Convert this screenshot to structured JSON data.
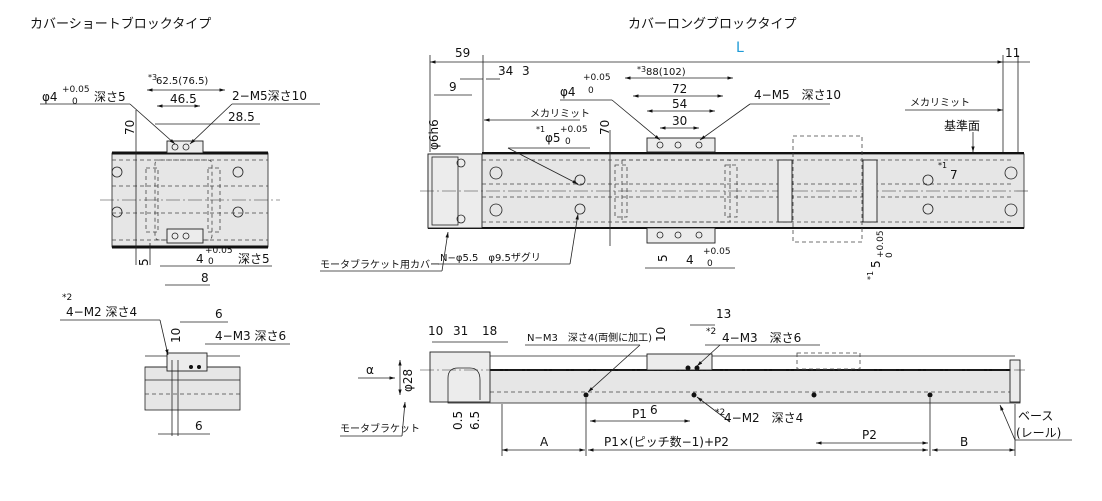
{
  "titles": {
    "short_block": "カバーショートブロックタイプ",
    "long_block": "カバーロングブロックタイプ"
  },
  "short_view": {
    "hole_phi": "φ4",
    "tol_plus": "+0.05",
    "tol_zero": "0",
    "depth5": "深さ5",
    "note3": "*3",
    "pitch": "62.5(76.5)",
    "w46": "46.5",
    "tap": "2−M5深さ10",
    "w28": "28.5",
    "h70": "70",
    "h5": "5",
    "hole4": "4",
    "tol_plus_b": "+0.05",
    "tol_zero_b": "0",
    "depth5_b": "深さ5",
    "w8": "8"
  },
  "long_view": {
    "L": "L",
    "d59": "59",
    "d34": "34",
    "d3": "3",
    "d9": "9",
    "shaft": "φ6h6",
    "d11": "11",
    "mech_limit_left": "メカリミット",
    "note1": "*1",
    "phi5": "φ5",
    "tol_plus": "+0.05",
    "tol_zero": "0",
    "phi4": "φ4",
    "tol_plus2": "+0.05",
    "tol_zero2": "0",
    "note3": "*3",
    "pitch": "88(102)",
    "d72": "72",
    "d54": "54",
    "d30": "30",
    "h70": "70",
    "tap": "4−M5　深さ10",
    "mech_limit_right": "メカリミット",
    "datum": "基準面",
    "note1b": "*1",
    "d7": "7",
    "cover": "モータブラケット用カバー",
    "mount_holes": "N−φ5.5　φ9.5ザグリ",
    "h5": "5",
    "hole4": "4",
    "tol_plus3": "+0.05",
    "tol_zero3": "0",
    "note1c": "*1",
    "slot5": "5",
    "tol_plus4": "+0.05",
    "tol_zero4": "0"
  },
  "small_side": {
    "note2": "*2",
    "tap_m2": "4−M2 深さ4",
    "d6_top": "6",
    "h10": "10",
    "tap_m3": "4−M3 深さ6",
    "d6_bottom": "6"
  },
  "side_view": {
    "d10": "10",
    "d31": "31",
    "d18": "18",
    "side_tap": "N−M3　深さ4(両側に加工)",
    "h10": "10",
    "d13": "13",
    "note2": "*2",
    "tap_m3": "4−M3　深さ6",
    "alpha": "α",
    "phi28": "φ28",
    "bracket": "モータブラケット",
    "d05": "0.5",
    "d65": "6.5",
    "P1": "P1",
    "d6": "6",
    "note2b": "*2",
    "tap_m2": "4−M2　深さ4",
    "A": "A",
    "pitch_formula": "P1×(ピッチ数−1)+P2",
    "P2": "P2",
    "B": "B",
    "base": "ベース",
    "rail": "(レール)"
  }
}
